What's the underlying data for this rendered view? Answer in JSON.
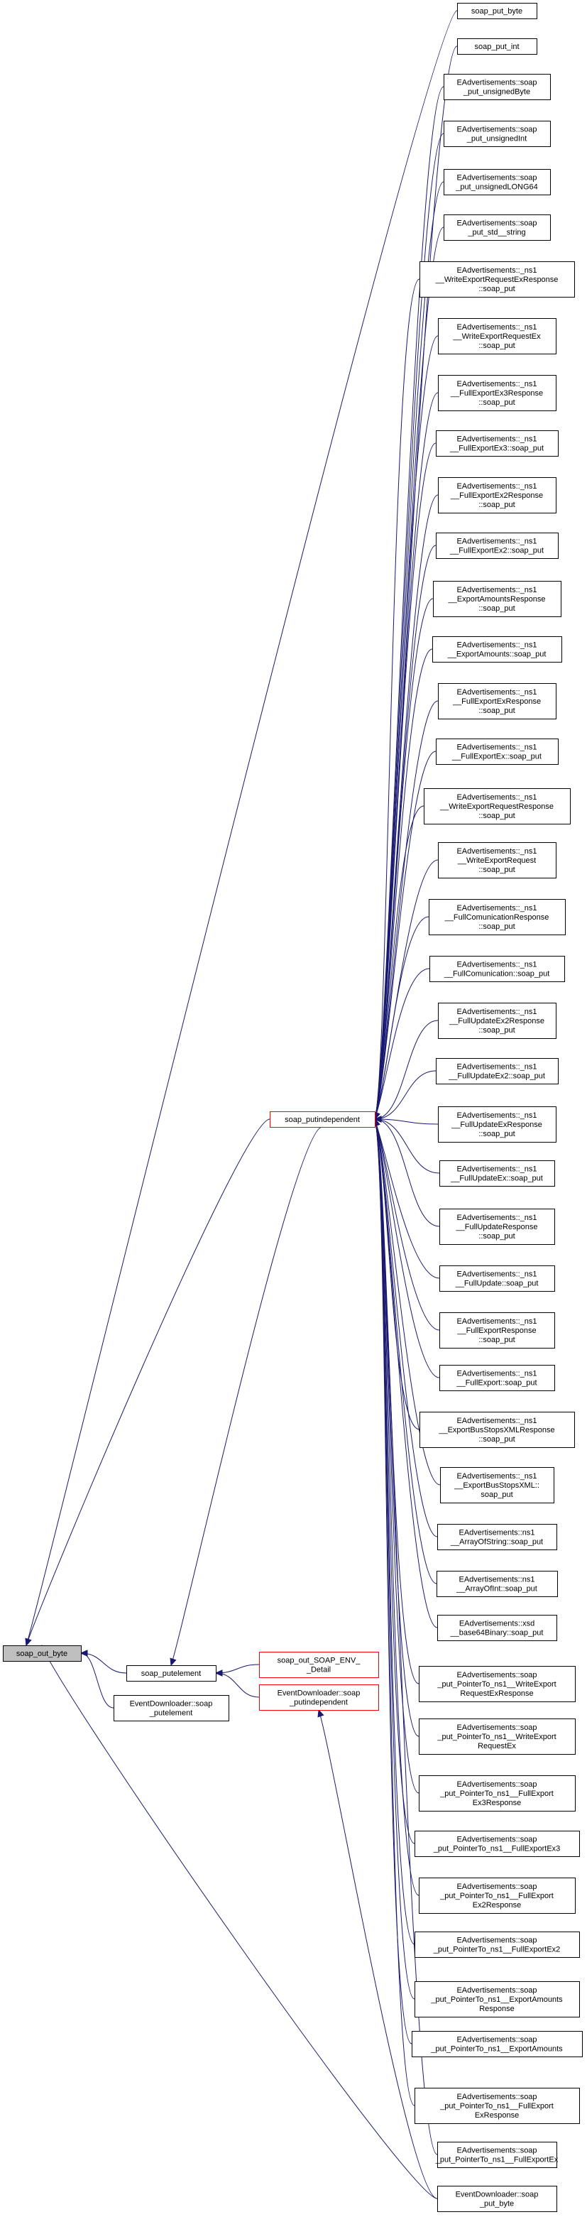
{
  "title": "soap_out_byte caller graph",
  "colors": {
    "edge": "#191970",
    "box_default": "#000000",
    "box_truncated": "#ff0000",
    "box_root_fill": "#bfbfbf"
  },
  "nodes": [
    {
      "id": "root",
      "lines": [
        "soap_out_byte"
      ],
      "kind": "root"
    },
    {
      "id": "putelement",
      "lines": [
        "soap_putelement"
      ],
      "kind": "normal"
    },
    {
      "id": "ev_putelement",
      "lines": [
        "EventDownloader::soap",
        "_putelement"
      ],
      "kind": "normal"
    },
    {
      "id": "putindependent",
      "lines": [
        "soap_putindependent"
      ],
      "kind": "truncated"
    },
    {
      "id": "soap_env_detail",
      "lines": [
        "soap_out_SOAP_ENV_",
        "_Detail"
      ],
      "kind": "truncated"
    },
    {
      "id": "ev_putindependent",
      "lines": [
        "EventDownloader::soap",
        "_putindependent"
      ],
      "kind": "truncated"
    },
    {
      "id": "r0",
      "lines": [
        "soap_put_byte"
      ],
      "kind": "normal"
    },
    {
      "id": "r1",
      "lines": [
        "soap_put_int"
      ],
      "kind": "normal"
    },
    {
      "id": "r2",
      "lines": [
        "EAdvertisements::soap",
        "_put_unsignedByte"
      ],
      "kind": "normal"
    },
    {
      "id": "r3",
      "lines": [
        "EAdvertisements::soap",
        "_put_unsignedInt"
      ],
      "kind": "normal"
    },
    {
      "id": "r4",
      "lines": [
        "EAdvertisements::soap",
        "_put_unsignedLONG64"
      ],
      "kind": "normal"
    },
    {
      "id": "r5",
      "lines": [
        "EAdvertisements::soap",
        "_put_std__string"
      ],
      "kind": "normal"
    },
    {
      "id": "r6",
      "lines": [
        "EAdvertisements::_ns1",
        "__WriteExportRequestExResponse",
        "::soap_put"
      ],
      "kind": "normal"
    },
    {
      "id": "r7",
      "lines": [
        "EAdvertisements::_ns1",
        "__WriteExportRequestEx",
        "::soap_put"
      ],
      "kind": "normal"
    },
    {
      "id": "r8",
      "lines": [
        "EAdvertisements::_ns1",
        "__FullExportEx3Response",
        "::soap_put"
      ],
      "kind": "normal"
    },
    {
      "id": "r9",
      "lines": [
        "EAdvertisements::_ns1",
        "__FullExportEx3::soap_put"
      ],
      "kind": "normal"
    },
    {
      "id": "r10",
      "lines": [
        "EAdvertisements::_ns1",
        "__FullExportEx2Response",
        "::soap_put"
      ],
      "kind": "normal"
    },
    {
      "id": "r11",
      "lines": [
        "EAdvertisements::_ns1",
        "__FullExportEx2::soap_put"
      ],
      "kind": "normal"
    },
    {
      "id": "r12",
      "lines": [
        "EAdvertisements::_ns1",
        "__ExportAmountsResponse",
        "::soap_put"
      ],
      "kind": "normal"
    },
    {
      "id": "r13",
      "lines": [
        "EAdvertisements::_ns1",
        "__ExportAmounts::soap_put"
      ],
      "kind": "normal"
    },
    {
      "id": "r14",
      "lines": [
        "EAdvertisements::_ns1",
        "__FullExportExResponse",
        "::soap_put"
      ],
      "kind": "normal"
    },
    {
      "id": "r15",
      "lines": [
        "EAdvertisements::_ns1",
        "__FullExportEx::soap_put"
      ],
      "kind": "normal"
    },
    {
      "id": "r16",
      "lines": [
        "EAdvertisements::_ns1",
        "__WriteExportRequestResponse",
        "::soap_put"
      ],
      "kind": "normal"
    },
    {
      "id": "r17",
      "lines": [
        "EAdvertisements::_ns1",
        "__WriteExportRequest",
        "::soap_put"
      ],
      "kind": "normal"
    },
    {
      "id": "r18",
      "lines": [
        "EAdvertisements::_ns1",
        "__FullComunicationResponse",
        "::soap_put"
      ],
      "kind": "normal"
    },
    {
      "id": "r19",
      "lines": [
        "EAdvertisements::_ns1",
        "__FullComunication::soap_put"
      ],
      "kind": "normal"
    },
    {
      "id": "r20",
      "lines": [
        "EAdvertisements::_ns1",
        "__FullUpdateEx2Response",
        "::soap_put"
      ],
      "kind": "normal"
    },
    {
      "id": "r21",
      "lines": [
        "EAdvertisements::_ns1",
        "__FullUpdateEx2::soap_put"
      ],
      "kind": "normal"
    },
    {
      "id": "r22",
      "lines": [
        "EAdvertisements::_ns1",
        "__FullUpdateExResponse",
        "::soap_put"
      ],
      "kind": "normal"
    },
    {
      "id": "r23",
      "lines": [
        "EAdvertisements::_ns1",
        "__FullUpdateEx::soap_put"
      ],
      "kind": "normal"
    },
    {
      "id": "r24",
      "lines": [
        "EAdvertisements::_ns1",
        "__FullUpdateResponse",
        "::soap_put"
      ],
      "kind": "normal"
    },
    {
      "id": "r25",
      "lines": [
        "EAdvertisements::_ns1",
        "__FullUpdate::soap_put"
      ],
      "kind": "normal"
    },
    {
      "id": "r26",
      "lines": [
        "EAdvertisements::_ns1",
        "__FullExportResponse",
        "::soap_put"
      ],
      "kind": "normal"
    },
    {
      "id": "r27",
      "lines": [
        "EAdvertisements::_ns1",
        "__FullExport::soap_put"
      ],
      "kind": "normal"
    },
    {
      "id": "r28",
      "lines": [
        "EAdvertisements::_ns1",
        "__ExportBusStopsXMLResponse",
        "::soap_put"
      ],
      "kind": "normal"
    },
    {
      "id": "r29",
      "lines": [
        "EAdvertisements::_ns1",
        "__ExportBusStopsXML::",
        "soap_put"
      ],
      "kind": "normal"
    },
    {
      "id": "r30",
      "lines": [
        "EAdvertisements::ns1",
        "__ArrayOfString::soap_put"
      ],
      "kind": "normal"
    },
    {
      "id": "r31",
      "lines": [
        "EAdvertisements::ns1",
        "__ArrayOfInt::soap_put"
      ],
      "kind": "normal"
    },
    {
      "id": "r32",
      "lines": [
        "EAdvertisements::xsd",
        "__base64Binary::soap_put"
      ],
      "kind": "normal"
    },
    {
      "id": "r33",
      "lines": [
        "EAdvertisements::soap",
        "_put_PointerTo_ns1__WriteExport",
        "RequestExResponse"
      ],
      "kind": "normal"
    },
    {
      "id": "r34",
      "lines": [
        "EAdvertisements::soap",
        "_put_PointerTo_ns1__WriteExport",
        "RequestEx"
      ],
      "kind": "normal"
    },
    {
      "id": "r35",
      "lines": [
        "EAdvertisements::soap",
        "_put_PointerTo_ns1__FullExport",
        "Ex3Response"
      ],
      "kind": "normal"
    },
    {
      "id": "r36",
      "lines": [
        "EAdvertisements::soap",
        "_put_PointerTo_ns1__FullExportEx3"
      ],
      "kind": "normal"
    },
    {
      "id": "r37",
      "lines": [
        "EAdvertisements::soap",
        "_put_PointerTo_ns1__FullExport",
        "Ex2Response"
      ],
      "kind": "normal"
    },
    {
      "id": "r38",
      "lines": [
        "EAdvertisements::soap",
        "_put_PointerTo_ns1__FullExportEx2"
      ],
      "kind": "normal"
    },
    {
      "id": "r39",
      "lines": [
        "EAdvertisements::soap",
        "_put_PointerTo_ns1__ExportAmounts",
        "Response"
      ],
      "kind": "normal"
    },
    {
      "id": "r40",
      "lines": [
        "EAdvertisements::soap",
        "_put_PointerTo_ns1__ExportAmounts"
      ],
      "kind": "normal"
    },
    {
      "id": "r41",
      "lines": [
        "EAdvertisements::soap",
        "_put_PointerTo_ns1__FullExport",
        "ExResponse"
      ],
      "kind": "normal"
    },
    {
      "id": "r42",
      "lines": [
        "EAdvertisements::soap",
        "_put_PointerTo_ns1__FullExportEx"
      ],
      "kind": "normal"
    },
    {
      "id": "r43",
      "lines": [
        "EventDownloader::soap",
        "_put_byte"
      ],
      "kind": "normal"
    }
  ],
  "edges": [
    [
      "putelement",
      "root"
    ],
    [
      "ev_putelement",
      "root"
    ],
    [
      "r0",
      "root"
    ],
    [
      "putindependent",
      "root"
    ],
    [
      "r43",
      "root"
    ],
    [
      "soap_env_detail",
      "putelement"
    ],
    [
      "ev_putindependent",
      "putelement"
    ],
    [
      "putindependent",
      "putelement"
    ],
    [
      "r43",
      "ev_putindependent"
    ],
    [
      "r1",
      "putindependent"
    ],
    [
      "r2",
      "putindependent"
    ],
    [
      "r3",
      "putindependent"
    ],
    [
      "r4",
      "putindependent"
    ],
    [
      "r5",
      "putindependent"
    ],
    [
      "r6",
      "putindependent"
    ],
    [
      "r7",
      "putindependent"
    ],
    [
      "r8",
      "putindependent"
    ],
    [
      "r9",
      "putindependent"
    ],
    [
      "r10",
      "putindependent"
    ],
    [
      "r11",
      "putindependent"
    ],
    [
      "r12",
      "putindependent"
    ],
    [
      "r13",
      "putindependent"
    ],
    [
      "r14",
      "putindependent"
    ],
    [
      "r15",
      "putindependent"
    ],
    [
      "r16",
      "putindependent"
    ],
    [
      "r17",
      "putindependent"
    ],
    [
      "r18",
      "putindependent"
    ],
    [
      "r19",
      "putindependent"
    ],
    [
      "r20",
      "putindependent"
    ],
    [
      "r21",
      "putindependent"
    ],
    [
      "r22",
      "putindependent"
    ],
    [
      "r23",
      "putindependent"
    ],
    [
      "r24",
      "putindependent"
    ],
    [
      "r25",
      "putindependent"
    ],
    [
      "r26",
      "putindependent"
    ],
    [
      "r27",
      "putindependent"
    ],
    [
      "r28",
      "putindependent"
    ],
    [
      "r29",
      "putindependent"
    ],
    [
      "r30",
      "putindependent"
    ],
    [
      "r31",
      "putindependent"
    ],
    [
      "r32",
      "putindependent"
    ],
    [
      "r33",
      "putindependent"
    ],
    [
      "r34",
      "putindependent"
    ],
    [
      "r35",
      "putindependent"
    ],
    [
      "r36",
      "putindependent"
    ],
    [
      "r37",
      "putindependent"
    ],
    [
      "r38",
      "putindependent"
    ],
    [
      "r39",
      "putindependent"
    ],
    [
      "r40",
      "putindependent"
    ],
    [
      "r41",
      "putindependent"
    ],
    [
      "r42",
      "putindependent"
    ]
  ]
}
